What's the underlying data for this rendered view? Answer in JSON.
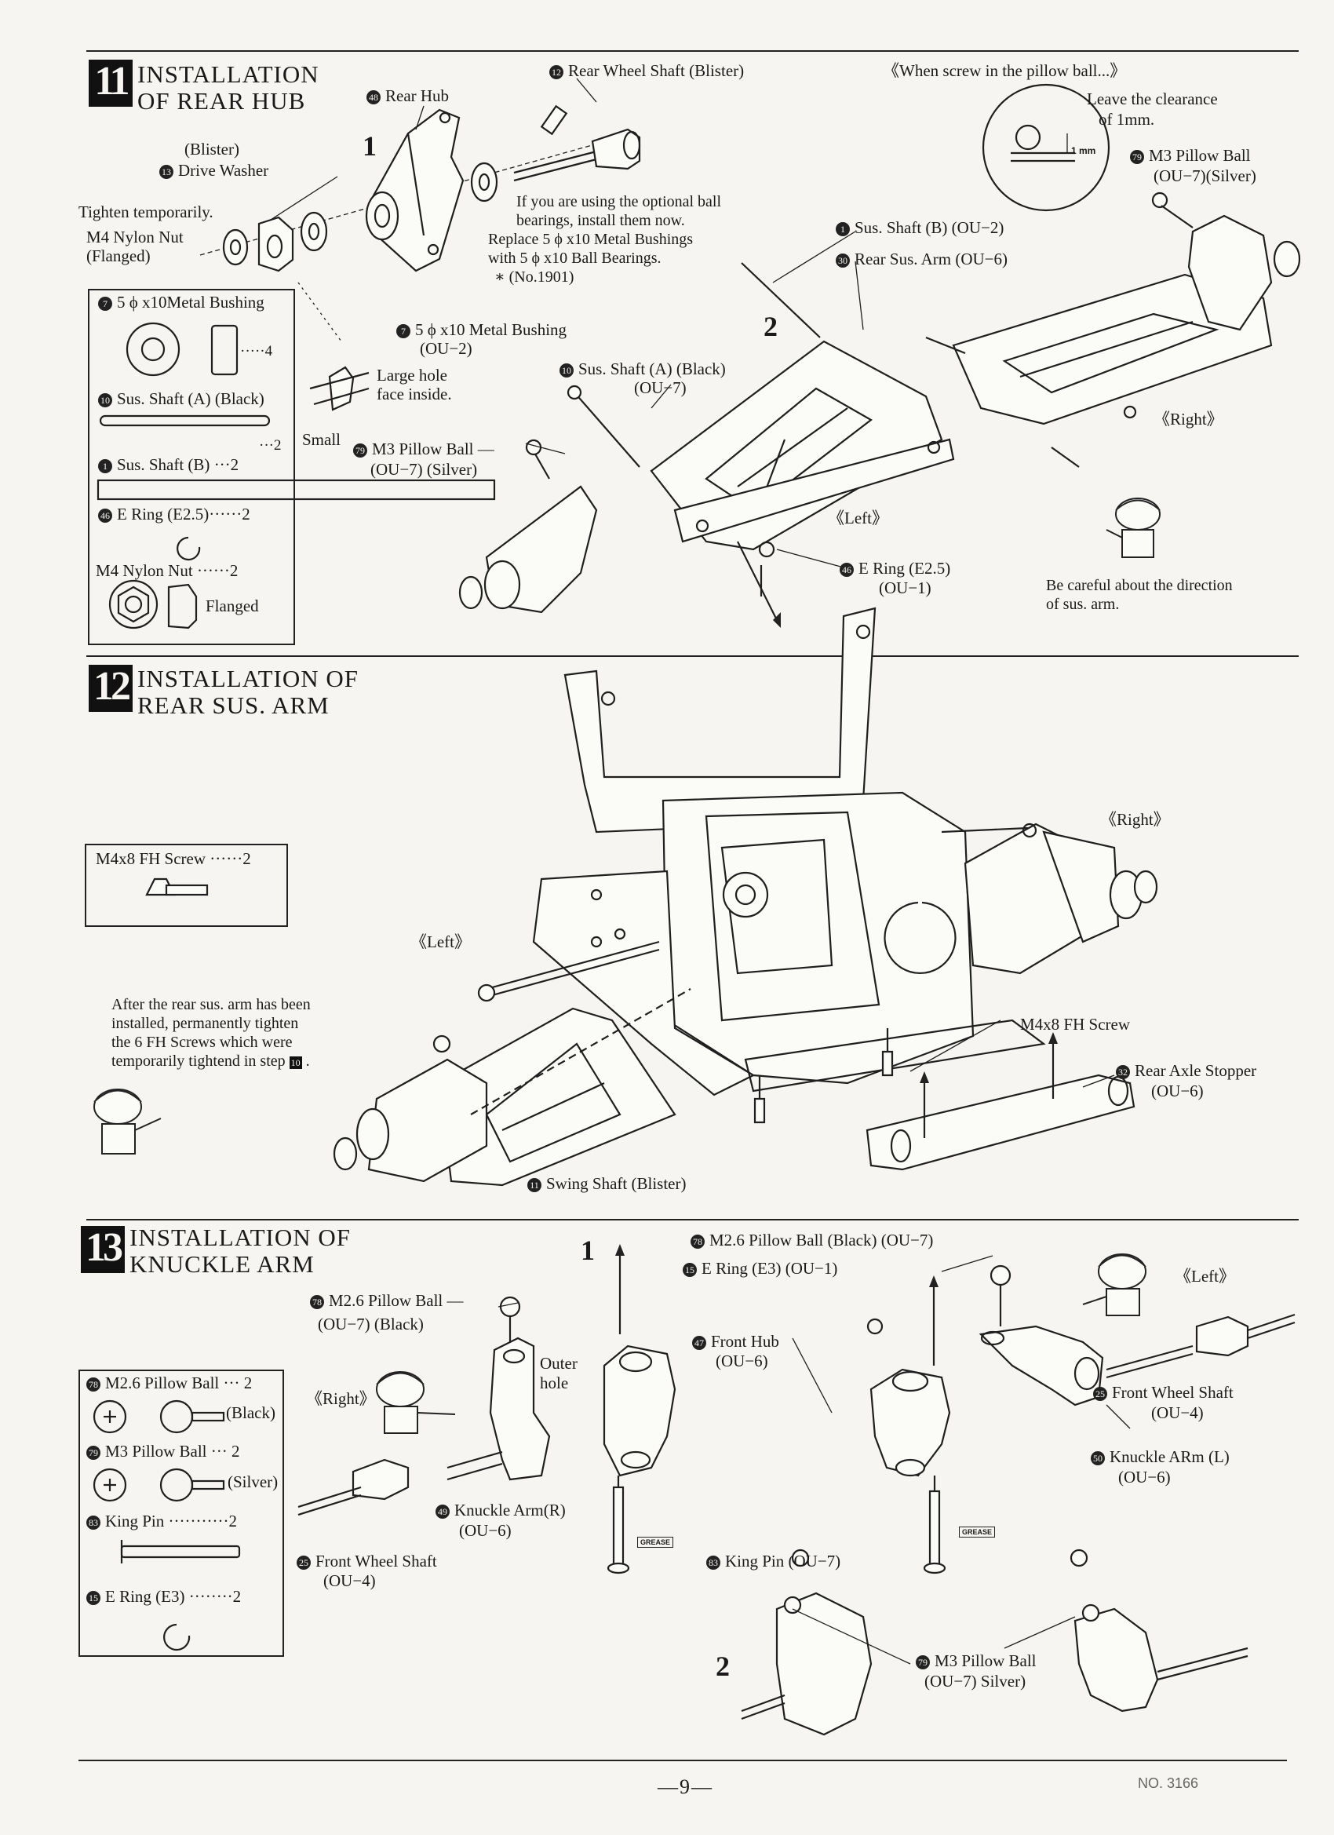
{
  "s11": {
    "num": "11",
    "title1": "INSTALLATION",
    "title2": "OF REAR HUB",
    "step1": "1",
    "step2": "2",
    "rear_hub": "Rear Hub",
    "rear_hub_n": "48",
    "rear_wheel_shaft": "Rear Wheel Shaft (Blister)",
    "rear_wheel_shaft_n": "12",
    "blister": "(Blister)",
    "drive_washer": "Drive Washer",
    "drive_washer_n": "13",
    "tighten": "Tighten temporarily.",
    "nut1": "M4 Nylon Nut",
    "nut2": "(Flanged)",
    "optional1": "If you are using the optional ball",
    "optional2": "bearings, install them now.",
    "optional3": "Replace 5 ϕ x10 Metal Bushings",
    "optional4": "with 5 ϕ x10 Ball Bearings.",
    "optional5": "∗ (No.1901)",
    "bushing_lbl": "5 ϕ x10 Metal Bushing",
    "bushing_lbl_n": "7",
    "bushing_lbl2": "(OU−2)",
    "large_hole1": "Large hole",
    "large_hole2": "face inside.",
    "small": "Small",
    "pillow_ball": "M3 Pillow Ball —",
    "pillow_ball_n": "79",
    "pillow_ball2": "(OU−7) (Silver)",
    "sus_a": "Sus. Shaft (A) (Black)",
    "sus_a_n": "10",
    "sus_a2": "(OU−7)",
    "sus_b": "Sus. Shaft (B) (OU−2)",
    "sus_b_n": "1",
    "rear_arm": "Rear Sus. Arm (OU−6)",
    "rear_arm_n": "30",
    "eclip": "E Ring (E2.5)",
    "eclip_n": "46",
    "eclip2": "(OU−1)",
    "left": "《Left》",
    "right": "《Right》",
    "when": "《When screw in the pillow ball...》",
    "leave1": "Leave the clearance",
    "leave2": "of 1mm.",
    "mm": "1 mm",
    "pb_right": "M3 Pillow Ball",
    "pb_right_n": "79",
    "pb_right2": "(OU−7)(Silver)",
    "careful1": "Be careful about the direction",
    "careful2": "of sus. arm.",
    "parts": [
      {
        "n": "7",
        "name": "5 ϕ x10Metal Bushing",
        "qty": "·····4"
      },
      {
        "n": "10",
        "name": "Sus. Shaft (A) (Black)",
        "qty": "···2"
      },
      {
        "n": "1",
        "name": "Sus. Shaft (B)",
        "qty": "···2"
      },
      {
        "n": "46",
        "name": "E Ring (E2.5)",
        "qty": "······2"
      },
      {
        "n": "",
        "name": "M4 Nylon Nut",
        "qty": "······2"
      }
    ],
    "flanged": "Flanged"
  },
  "s12": {
    "num": "12",
    "title1": "INSTALLATION OF",
    "title2": "REAR SUS. ARM",
    "screw_part": "M4x8 FH Screw",
    "screw_qty": "······2",
    "right": "《Right》",
    "left": "《Left》",
    "after1": "After the rear sus. arm has been",
    "after2": "installed, permanently tighten",
    "after3": "the 6 FH Screws which were",
    "after4": "temporarily tightend in step",
    "step_ref": "10",
    "fh_screw": "M4x8 FH Screw",
    "stopper": "Rear Axle Stopper",
    "stopper_n": "32",
    "stopper2": "(OU−6)",
    "swing": "Swing Shaft (Blister)",
    "swing_n": "11"
  },
  "s13": {
    "num": "13",
    "title1": "INSTALLATION OF",
    "title2": "KNUCKLE ARM",
    "step1": "1",
    "step2": "2",
    "pb26_top": "M2.6 Pillow Ball (Black) (OU−7)",
    "pb26_top_n": "78",
    "ering": "E Ring (E3) (OU−1)",
    "ering_n": "15",
    "left": "《Left》",
    "right": "《Right》",
    "pb26_left": "M2.6 Pillow Ball —",
    "pb26_left_n": "78",
    "pb26_left2": "(OU−7) (Black)",
    "front_hub": "Front Hub",
    "front_hub_n": "47",
    "front_hub2": "(OU−6)",
    "outer1": "Outer",
    "outer2": "hole",
    "fws_right": "Front Wheel Shaft",
    "fws_right_n": "25",
    "fws_right2": "(OU−4)",
    "knuckle_l": "Knuckle ARm (L)",
    "knuckle_l_n": "50",
    "knuckle_l2": "(OU−6)",
    "knuckle_r": "Knuckle Arm(R)",
    "knuckle_r_n": "49",
    "knuckle_r2": "(OU−6)",
    "fws_left": "Front Wheel Shaft",
    "fws_left_n": "25",
    "fws_left2": "(OU−4)",
    "king_pin": "King Pin (OU−7)",
    "king_pin_n": "83",
    "pb3": "M3 Pillow Ball",
    "pb3_n": "79",
    "pb3_2": "(OU−7) Silver)",
    "grease": "GREASE",
    "parts": [
      {
        "n": "78",
        "name": "M2.6 Pillow Ball",
        "qty": "··· 2",
        "sub": "(Black)"
      },
      {
        "n": "79",
        "name": "M3 Pillow Ball",
        "qty": "··· 2",
        "sub": "(Silver)"
      },
      {
        "n": "83",
        "name": "King Pin",
        "qty": "···········2",
        "sub": ""
      },
      {
        "n": "15",
        "name": "E Ring (E3)",
        "qty": "········2",
        "sub": ""
      }
    ]
  },
  "footer": {
    "page": "—9—",
    "docno": "NO. 3166"
  }
}
